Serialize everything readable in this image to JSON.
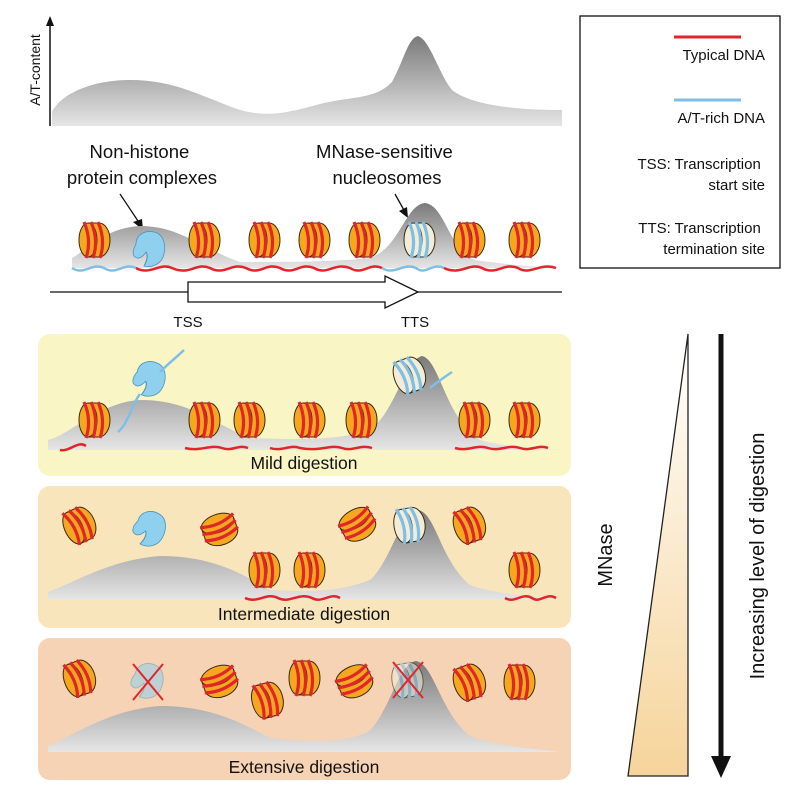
{
  "top": {
    "y_axis_label": "A/T-content",
    "callout_left": [
      "Non-histone",
      "protein complexes"
    ],
    "callout_right": [
      "MNase-sensitive",
      "nucleosomes"
    ],
    "tss": "TSS",
    "tts": "TTS"
  },
  "legend": {
    "typical_dna": "Typical DNA",
    "at_rich_dna": "A/T-rich DNA",
    "tss_def": [
      "TSS: Transcription",
      "start site"
    ],
    "tts_def": [
      "TTS: Transcription",
      "termination site"
    ]
  },
  "panels": [
    {
      "label": "Mild digestion",
      "color": "#faf5c4"
    },
    {
      "label": "Intermediate digestion",
      "color": "#f8e5bc"
    },
    {
      "label": "Extensive digestion",
      "color": "#f6d3b5"
    }
  ],
  "side": {
    "wedge_label": "MNase",
    "arrow_label": "Increasing level of digestion"
  },
  "colors": {
    "typical_dna": "#e0262b",
    "at_rich_dna": "#7fbfe6",
    "nucleosome": "#f5a81d",
    "nucleosome_at": "#f3ecd6",
    "protein_complex": "#8fd0ee",
    "profile_dark": "#555555",
    "profile_light": "#e2e2e2",
    "cross": "#e0262b"
  }
}
